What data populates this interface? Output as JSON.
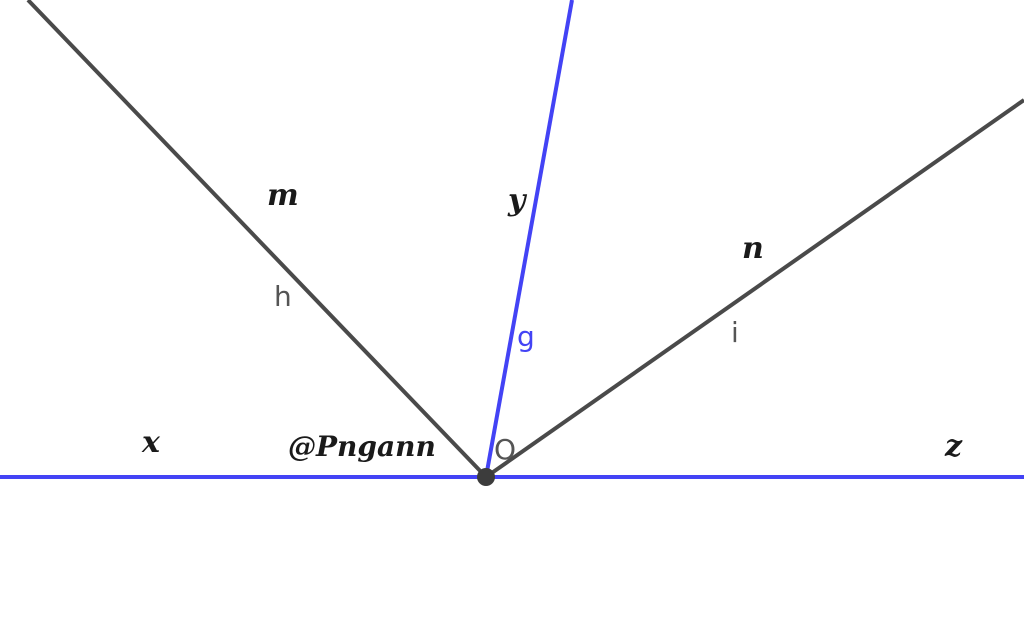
{
  "colors": {
    "blue": "#4343f5",
    "dark": "#4a4a4a",
    "point": "#3c3c3c",
    "text": "#1a1a1a",
    "label_gray": "#555555"
  },
  "point": {
    "name": "O"
  },
  "lines": {
    "baseline": {
      "name": "x-z line"
    },
    "g": {
      "name": "g"
    },
    "h": {
      "name": "h"
    },
    "i": {
      "name": "i"
    }
  },
  "labels": {
    "m": "m",
    "y": "y",
    "n": "n",
    "x": "x",
    "z": "z",
    "h": "h",
    "g": "g",
    "i": "i",
    "O": "O",
    "watermark": "@Pngann"
  }
}
